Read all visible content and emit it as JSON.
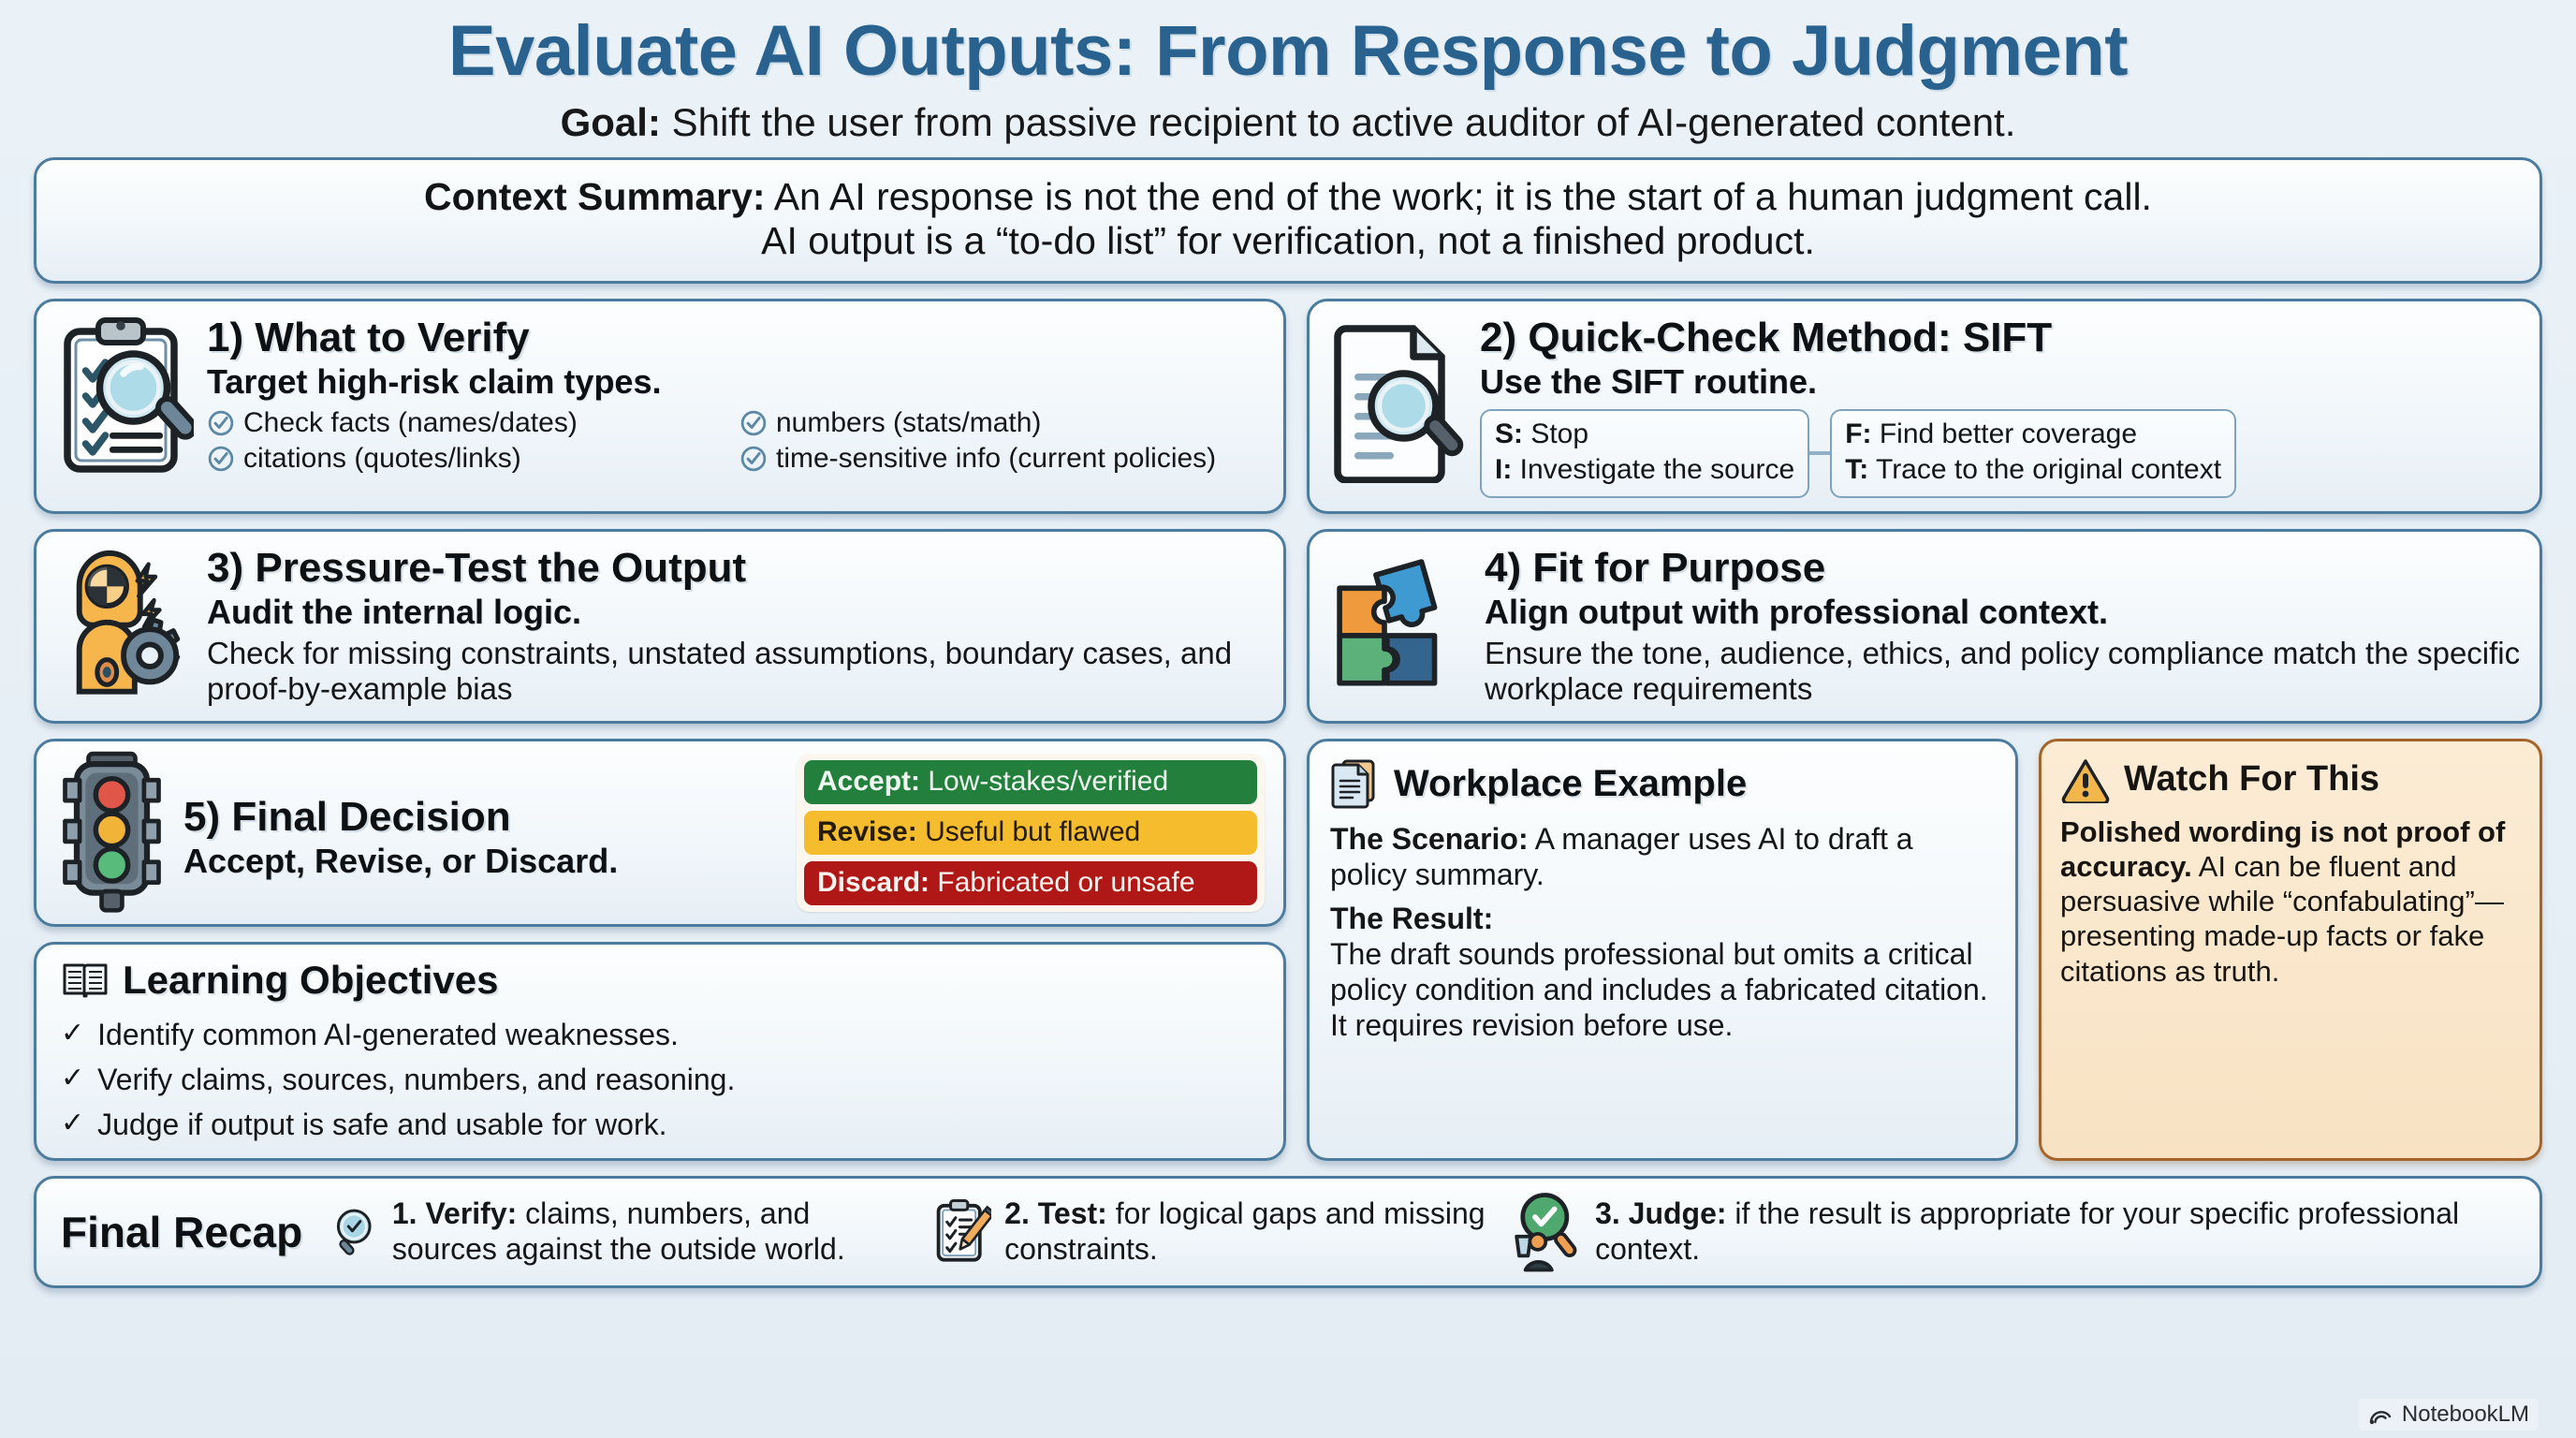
{
  "header": {
    "title": "Evaluate AI Outputs: From Response to Judgment",
    "goal_label": "Goal:",
    "goal_text": " Shift the user from passive recipient to active auditor of AI-generated content."
  },
  "context": {
    "label": "Context Summary:",
    "line1": " An AI response is not the end of the work; it is the start of a human judgment call.",
    "line2": "AI output is a “to-do list” for verification, not a finished product."
  },
  "cards": {
    "verify": {
      "heading": "1) What to Verify",
      "subheading": "Target high-risk claim types.",
      "items": [
        "Check facts (names/dates)",
        "numbers (stats/math)",
        "citations (quotes/links)",
        "time-sensitive info (current policies)"
      ]
    },
    "sift": {
      "heading": "2) Quick-Check Method: SIFT",
      "subheading": "Use the SIFT routine.",
      "left": [
        {
          "key": "S:",
          "text": " Stop"
        },
        {
          "key": "I:",
          "text": " Investigate the source"
        }
      ],
      "right": [
        {
          "key": "F:",
          "text": " Find better coverage"
        },
        {
          "key": "T:",
          "text": " Trace to the original context"
        }
      ]
    },
    "pressure": {
      "heading": "3) Pressure-Test the Output",
      "subheading": "Audit the internal logic.",
      "body": "Check for missing constraints, unstated assumptions, boundary cases, and proof-by-example bias"
    },
    "fit": {
      "heading": "4) Fit for Purpose",
      "subheading": "Align output with professional context.",
      "body": "Ensure the tone, audience, ethics, and policy compliance match the specific workplace requirements"
    },
    "decision": {
      "heading": "5) Final Decision",
      "subheading": "Accept, Revise, or Discard.",
      "badges": [
        {
          "label": "Accept:",
          "text": " Low-stakes/verified",
          "color": "#22803c"
        },
        {
          "label": "Revise:",
          "text": " Useful but flawed",
          "color": "#f5bc2e"
        },
        {
          "label": "Discard:",
          "text": " Fabricated or unsafe",
          "color": "#b01818"
        }
      ]
    },
    "objectives": {
      "title": "Learning Objectives",
      "items": [
        "Identify common AI-generated weaknesses.",
        "Verify claims, sources, numbers, and reasoning.",
        "Judge if output is safe and usable for work."
      ],
      "tick": "✓"
    },
    "workplace": {
      "title": "Workplace Example",
      "scenario_label": "The Scenario:",
      "scenario_text": " A manager uses AI to draft a policy summary.",
      "result_label": "The Result:",
      "result_text": "The draft sounds professional but omits a critical policy condition and includes a fabricated citation. It requires revision before use."
    },
    "watch": {
      "title": "Watch For This",
      "bold_lead": "Polished wording is not proof of accuracy.",
      "rest": " AI can be fluent and persuasive while “confabulating”—presenting made-up facts or fake citations as truth."
    }
  },
  "recap": {
    "heading": "Final Recap",
    "items": [
      {
        "label": "1. Verify:",
        "text": " claims, numbers, and sources against the outside world."
      },
      {
        "label": "2. Test:",
        "text": " for logical gaps and missing constraints."
      },
      {
        "label": "3. Judge:",
        "text": " if the result is appropriate for your specific professional context."
      }
    ]
  },
  "brand": {
    "name": "NotebookLM"
  },
  "colors": {
    "title": "#2a628f",
    "card_border": "#4b7c9e",
    "page_bg": "#e9f1f7",
    "accept": "#22803c",
    "revise": "#f5bc2e",
    "discard": "#b01818",
    "watch_bg": "#f8e2c3",
    "watch_border": "#a5642a"
  }
}
